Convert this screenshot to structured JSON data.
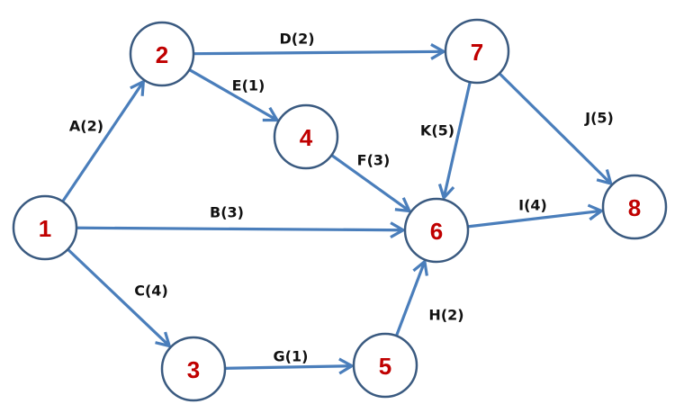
{
  "diagram": {
    "type": "activity-on-arrow network",
    "colors": {
      "edge": "#4a7ebb",
      "node_border": "#3a5a80",
      "node_text": "#c00000",
      "label_text": "#111111"
    },
    "nodes": [
      {
        "id": "1",
        "label": "1"
      },
      {
        "id": "2",
        "label": "2"
      },
      {
        "id": "3",
        "label": "3"
      },
      {
        "id": "4",
        "label": "4"
      },
      {
        "id": "5",
        "label": "5"
      },
      {
        "id": "6",
        "label": "6"
      },
      {
        "id": "7",
        "label": "7"
      },
      {
        "id": "8",
        "label": "8"
      }
    ],
    "edges": [
      {
        "id": "A",
        "from": "1",
        "to": "2",
        "label": "A(2)",
        "duration": 2
      },
      {
        "id": "B",
        "from": "1",
        "to": "6",
        "label": "B(3)",
        "duration": 3
      },
      {
        "id": "C",
        "from": "1",
        "to": "3",
        "label": "C(4)",
        "duration": 4
      },
      {
        "id": "D",
        "from": "2",
        "to": "7",
        "label": "D(2)",
        "duration": 2
      },
      {
        "id": "E",
        "from": "2",
        "to": "4",
        "label": "E(1)",
        "duration": 1
      },
      {
        "id": "F",
        "from": "4",
        "to": "6",
        "label": "F(3)",
        "duration": 3
      },
      {
        "id": "G",
        "from": "3",
        "to": "5",
        "label": "G(1)",
        "duration": 1
      },
      {
        "id": "H",
        "from": "5",
        "to": "6",
        "label": "H(2)",
        "duration": 2
      },
      {
        "id": "I",
        "from": "6",
        "to": "8",
        "label": "I(4)",
        "duration": 4
      },
      {
        "id": "J",
        "from": "7",
        "to": "8",
        "label": "J(5)",
        "duration": 5
      },
      {
        "id": "K",
        "from": "7",
        "to": "6",
        "label": "K(5)",
        "duration": 5
      }
    ]
  }
}
